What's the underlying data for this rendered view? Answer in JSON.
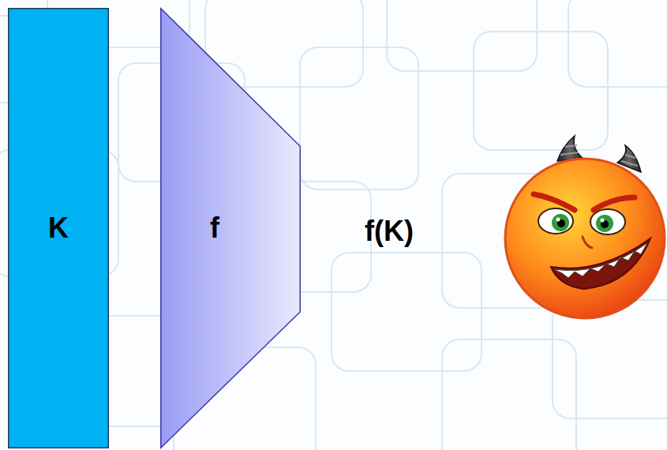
{
  "diagram": {
    "nodes": [
      {
        "text": [
          "K"
        ]
      },
      {
        "text": [
          "f"
        ]
      }
    ],
    "labels": [
      "f(K)"
    ]
  }
}
